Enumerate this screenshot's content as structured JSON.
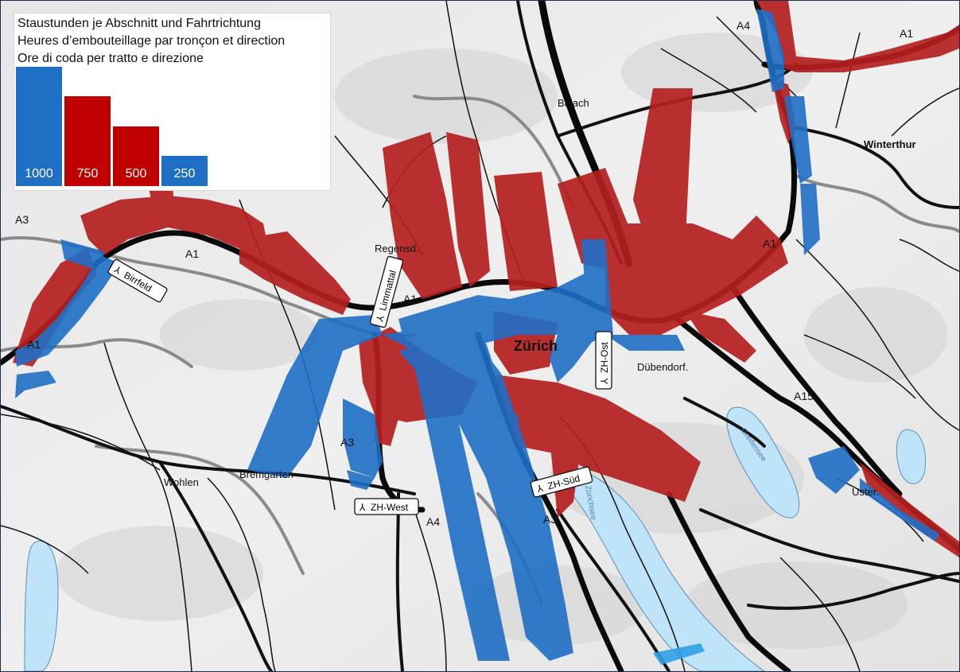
{
  "legend": {
    "titles": [
      "Staustunden je Abschnitt und Fahrtrichtung",
      "Heures d’embouteillage par tronçon et direction",
      "Ore di coda per tratto e direzione"
    ],
    "bars": [
      {
        "label": "1000",
        "value": 1000,
        "color": "#1f6fc5"
      },
      {
        "label": "750",
        "value": 750,
        "color": "#c00000"
      },
      {
        "label": "500",
        "value": 500,
        "color": "#c00000"
      },
      {
        "label": "250",
        "value": 250,
        "color": "#1f6fc5"
      }
    ]
  },
  "colors": {
    "congestion_red": "#b51f1f",
    "congestion_blue": "#1f6fc5",
    "lake": "#bfe3f8",
    "road": "#111111",
    "river": "#8a8a8a"
  },
  "places": {
    "zurich": "Zürich",
    "winterthur": "Winterthur",
    "bulach": "Bülach",
    "regensdorf": "Regensd.",
    "dubendorf": "Dübendorf.",
    "uster": "Uster.",
    "wohlen": "Wohlen",
    "bremgarten": "Bremgarten",
    "greifensee": "Greifensee",
    "zurichsee": "Zürichsee"
  },
  "motorways": {
    "a1_nw": "A1",
    "a1_west": "A1",
    "a1_mid": "A1",
    "a1_east": "A1",
    "a1_ne": "A1",
    "a3_west": "A3",
    "a3_south": "A3",
    "a3_zurich": "A3",
    "a4_south": "A4",
    "a4_ne": "A4",
    "a15": "A15"
  },
  "interchanges": {
    "birrfeld": "Birrfeld",
    "limmattal": "Limmattal",
    "zh_ost": "ZH-Ost",
    "zh_west": "ZH-West",
    "zh_sud": "ZH-Süd"
  }
}
